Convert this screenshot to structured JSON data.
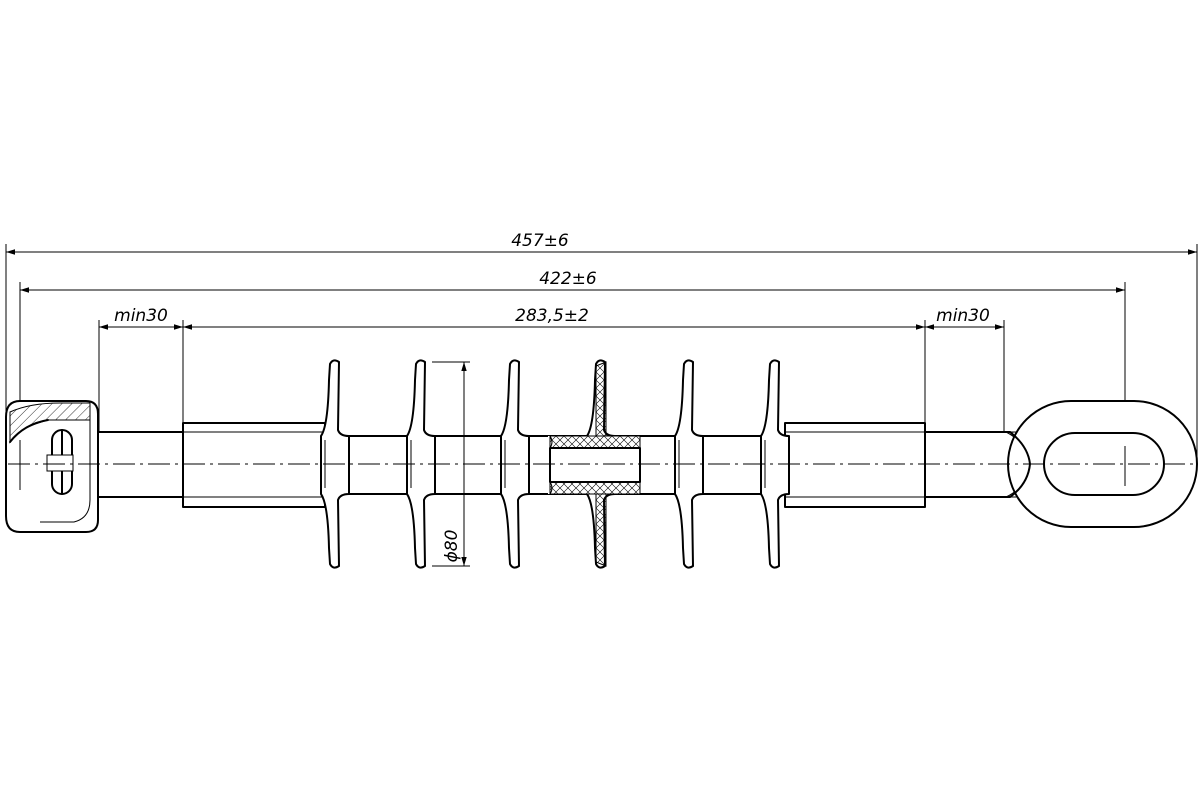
{
  "drawing": {
    "dimensions": {
      "overall_length": "457±6",
      "pin_to_pin_length": "422±6",
      "min_left": "min30",
      "insulation_length": "283,5±2",
      "min_right": "min30",
      "shed_diameter": "ϕ80"
    }
  }
}
